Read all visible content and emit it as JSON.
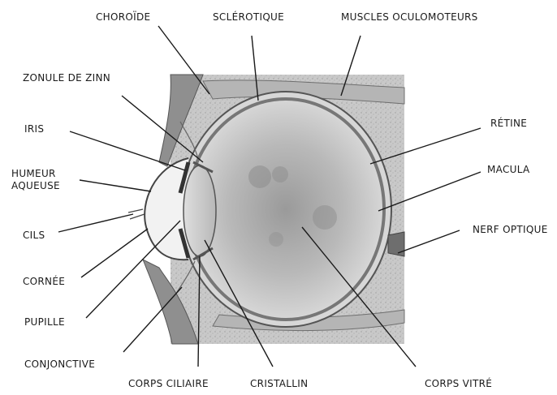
{
  "labels": {
    "choroide": "CHOROÏDE",
    "sclerotique": "SCLÉROTIQUE",
    "muscles": "MUSCLES OCULOMOTEURS",
    "zonule": "ZONULE DE ZINN",
    "iris": "IRIS",
    "humeur_1": "HUMEUR",
    "humeur_2": "AQUEUSE",
    "cils": "CILS",
    "cornee": "CORNÉE",
    "pupille": "PUPILLE",
    "conjonctive": "CONJONCTIVE",
    "corps_ciliaire": "CORPS CILIAIRE",
    "cristallin": "CRISTALLIN",
    "corps_vitre": "CORPS VITRÉ",
    "retine": "RÉTINE",
    "macula": "MACULA",
    "nerf_optique": "NERF OPTIQUE"
  }
}
